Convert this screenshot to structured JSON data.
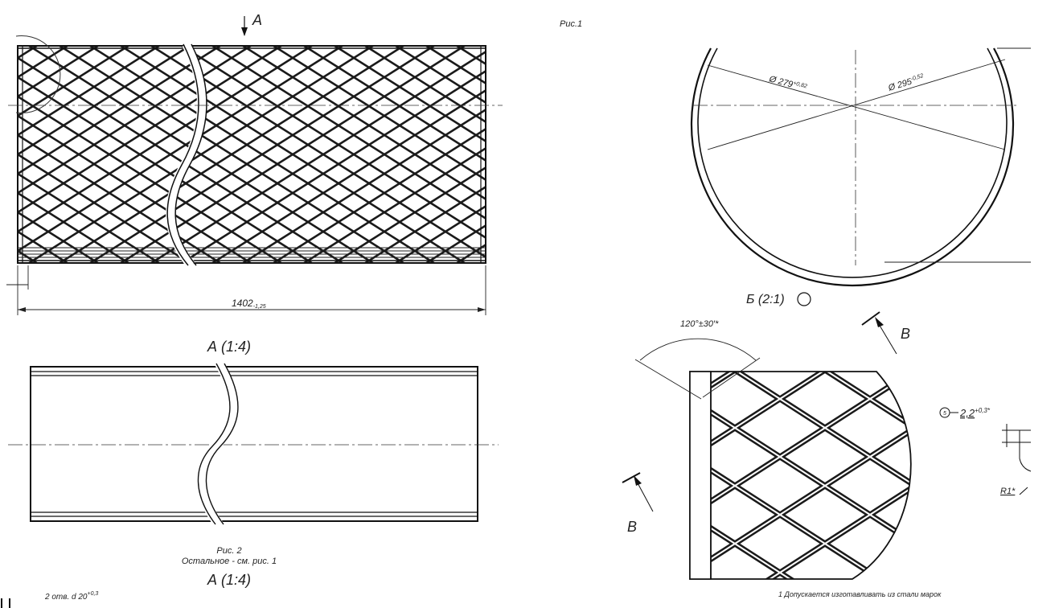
{
  "view_arrow_label": "А",
  "fig1_caption": "Рис.1",
  "length_dimension": {
    "value": "1402",
    "tolerance": "-1,25"
  },
  "section_a_title": "А (1:4)",
  "section_a_title_bottom": "А (1:4)",
  "fig2_caption": "Рис. 2",
  "fig2_note": "Остальное - см. рис. 1",
  "bottom_left_note": {
    "text": "2 отв. d 20",
    "tolerance": "+0,3"
  },
  "circle_section": {
    "inner_dia": {
      "value": "Ø 279",
      "tolerance": "+0,82"
    },
    "outer_dia": {
      "value": "Ø 295",
      "tolerance": "-0,52"
    }
  },
  "detail_b_title": "Б (2:1)",
  "angle_dimension": "120°±30′*",
  "section_v_label": "В",
  "thickness_note": {
    "ref": "5",
    "value": "2,2",
    "tolerance": "+0,3*"
  },
  "radius_note": "R1*",
  "bottom_right_note": "1 Допускается  изготавливать  из  стали марок"
}
